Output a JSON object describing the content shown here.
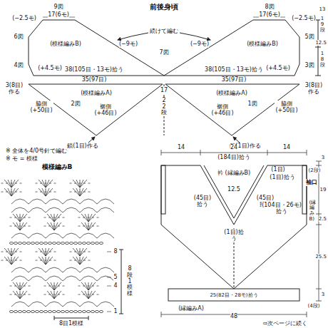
{
  "diagram": {
    "title": "前後身頃",
    "labels": [
      "9図",
      "17(6モ)",
      "(−2.5モ)",
      "6図",
      "(模様編みB)",
      "4図",
      "(+4.5モ)",
      "3(8目)作る",
      "(−9モ)",
      "続けて編む",
      "7図",
      "(−9モ)",
      "8図",
      "17(6モ)",
      "(−2.5モ)",
      "5図",
      "(模様編みB)",
      "3図",
      "(+4.5モ)",
      "3(8目)作る",
      "13",
      "19段",
      "12.5",
      "18段",
      "38(105目・13モ)拾う",
      "35(97目)",
      "38(105目・13モ)拾う",
      "35(97目)",
      "17",
      "22段",
      "(模様編みA)",
      "脇側 (+50目)",
      "2図",
      "裾側 (+46目)",
      "鎖(1目)作る",
      "(模様編みA)",
      "裾側 (+46目)",
      "1図",
      "脇側 (+50目)",
      "鎖(1目)作る",
      "※ 全体を4/0号針で編む",
      "※ モ = 模様",
      "模様編みB",
      "8",
      "5",
      "4",
      "1",
      "8段1模様",
      "8目1模様",
      "14",
      "24",
      "14",
      "(184目)拾う",
      "衿 (縁編みB)",
      "(1目)",
      "(1目)拾う",
      "12.5",
      "(45目)拾う",
      "(45目)拾う",
      "(1目)拾う",
      "(2段)",
      "袖口",
      "(縁編みB)",
      "(104目・26モ)拾う",
      "3",
      "19",
      "2.5",
      "25.5",
      "3",
      "(4段)",
      "25(82目・28モ)拾う",
      "(縁編みA)",
      "48",
      "⇨次ページに続く"
    ]
  }
}
